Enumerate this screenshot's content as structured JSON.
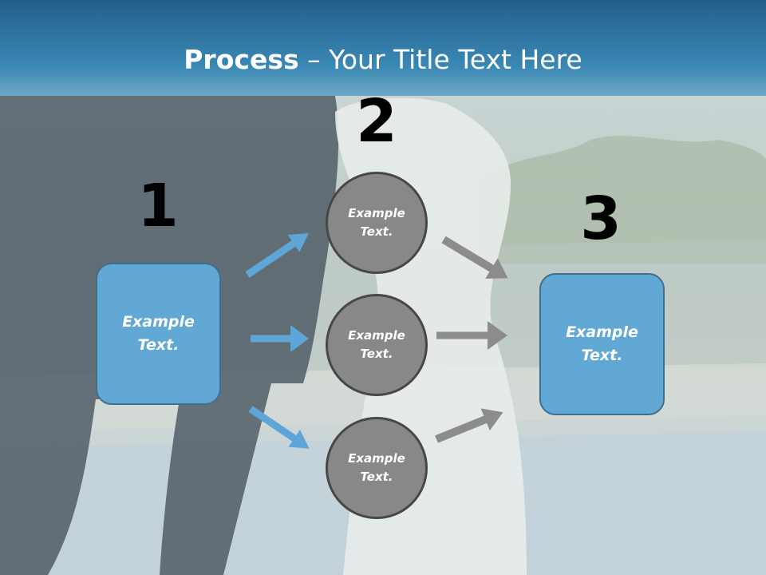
{
  "slide": {
    "title_bold": "Process",
    "title_rest": " – Your Title Text Here"
  },
  "steps": {
    "one": "1",
    "two": "2",
    "three": "3"
  },
  "boxes": {
    "left": "Example\nText.",
    "right": "Example\nText."
  },
  "circles": {
    "top": "Example\nText.",
    "middle": "Example\nText.",
    "bottom": "Example\nText."
  },
  "colors": {
    "title_band": "#2b78a6",
    "box_fill": "#62a8d4",
    "box_border": "#3f6f8e",
    "circle_fill": "#888888",
    "circle_border": "#474747",
    "blue_arrow": "#5ea6d8",
    "gray_arrow": "#8c8c8c"
  },
  "icons": {
    "arrow_left_up": "arrow-up-right-icon",
    "arrow_left_mid": "arrow-right-icon",
    "arrow_left_down": "arrow-down-right-icon",
    "arrow_right_top": "arrow-down-right-icon",
    "arrow_right_mid": "arrow-right-icon",
    "arrow_right_bottom": "arrow-up-right-icon"
  }
}
